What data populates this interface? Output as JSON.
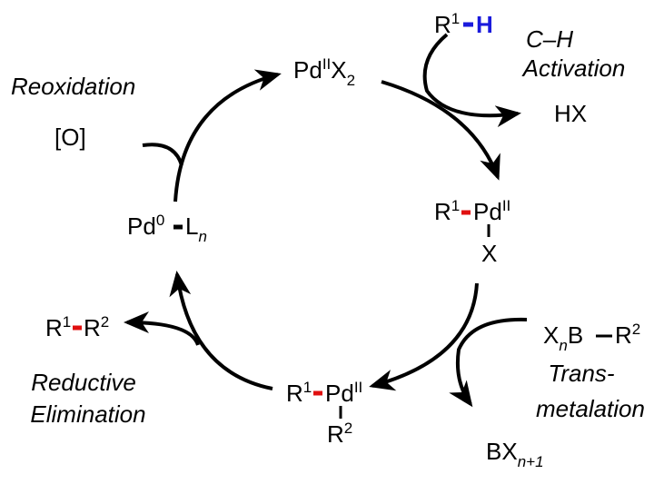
{
  "colors": {
    "bond_highlight": "#e01010",
    "new_h": "#1a1adc",
    "ink": "#000000"
  },
  "species": {
    "pd2x2": {
      "pd": "Pd",
      "ox": "II",
      "x": "X",
      "sub": "2"
    },
    "r1h": {
      "r": "R",
      "sup": "1",
      "h": "H"
    },
    "hx": "HX",
    "r1pd2x": {
      "r": "R",
      "sup": "1",
      "pd": "Pd",
      "ox": "II",
      "x": "X"
    },
    "xnbr2": {
      "x": "X",
      "n": "n",
      "b": "B",
      "r": "R",
      "sup": "2"
    },
    "bxn1": {
      "bx": "BX",
      "sub": "n+1"
    },
    "r1pd2r2": {
      "r1": "R",
      "sup1": "1",
      "pd": "Pd",
      "ox": "II",
      "r2": "R",
      "sup2": "2"
    },
    "r1r2": {
      "r1": "R",
      "sup1": "1",
      "r2": "R",
      "sup2": "2"
    },
    "pd0ln": {
      "pd": "Pd",
      "ox": "0",
      "l": "L",
      "n": "n"
    },
    "oxidant": "[O]"
  },
  "steps": {
    "ch_activation": [
      "C–H",
      "Activation"
    ],
    "transmetalation": [
      "Trans-",
      "metalation"
    ],
    "reductive_elimination": [
      "Reductive",
      "Elimination"
    ],
    "reoxidation": "Reoxidation"
  }
}
